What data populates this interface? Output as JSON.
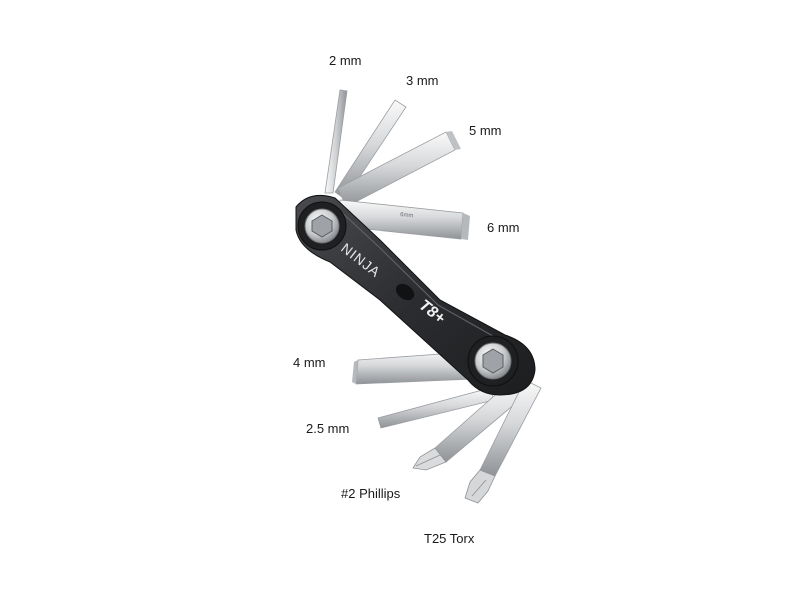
{
  "product": {
    "brand_text": "NINJA",
    "model_text": "T8+",
    "etched_text": "6mm",
    "colors": {
      "body": "#2e2f31",
      "steel_light": "#f2f2f2",
      "steel_mid": "#c9cbcd",
      "steel_dark": "#8e9195"
    }
  },
  "labels": {
    "hex_2mm": "2 mm",
    "hex_3mm": "3 mm",
    "hex_5mm": "5 mm",
    "hex_6mm": "6 mm",
    "hex_4mm": "4 mm",
    "hex_25mm": "2.5 mm",
    "phillips": "#2 Phillips",
    "torx": "T25 Torx"
  }
}
